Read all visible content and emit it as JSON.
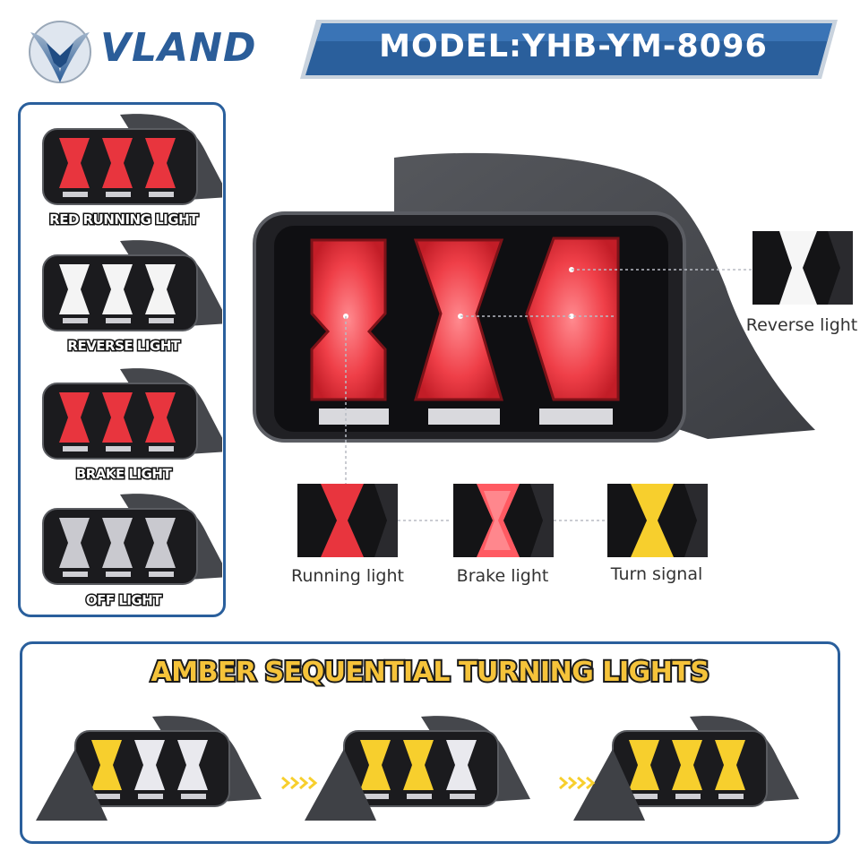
{
  "brand": {
    "name": "VLAND",
    "logo_icon": "vland-wing-logo-icon"
  },
  "model": {
    "label": "MODEL:YHB-YM-8096"
  },
  "modes": [
    {
      "label": "RED RUNNING LIGHT",
      "color": "#e8353e"
    },
    {
      "label": "REVERSE LIGHT",
      "color": "#f4f4f4"
    },
    {
      "label": "BRAKE LIGHT",
      "color": "#e8353e"
    },
    {
      "label": "OFF LIGHT",
      "color": "#c9c9cf"
    }
  ],
  "callouts": {
    "reverse": "Reverse light",
    "running": "Running light",
    "brake": "Brake light",
    "turn": "Turn signal"
  },
  "sequential": {
    "title": "AMBER SEQUENTIAL TURNING LIGHTS",
    "arrow_icon": "chevron-right-arrows-icon",
    "amber": "#f7cf2d"
  },
  "colors": {
    "accent_blue": "#2a5f9c",
    "housing_dark": "#222226",
    "red": "#e8353e",
    "amber": "#f7cf2d"
  }
}
